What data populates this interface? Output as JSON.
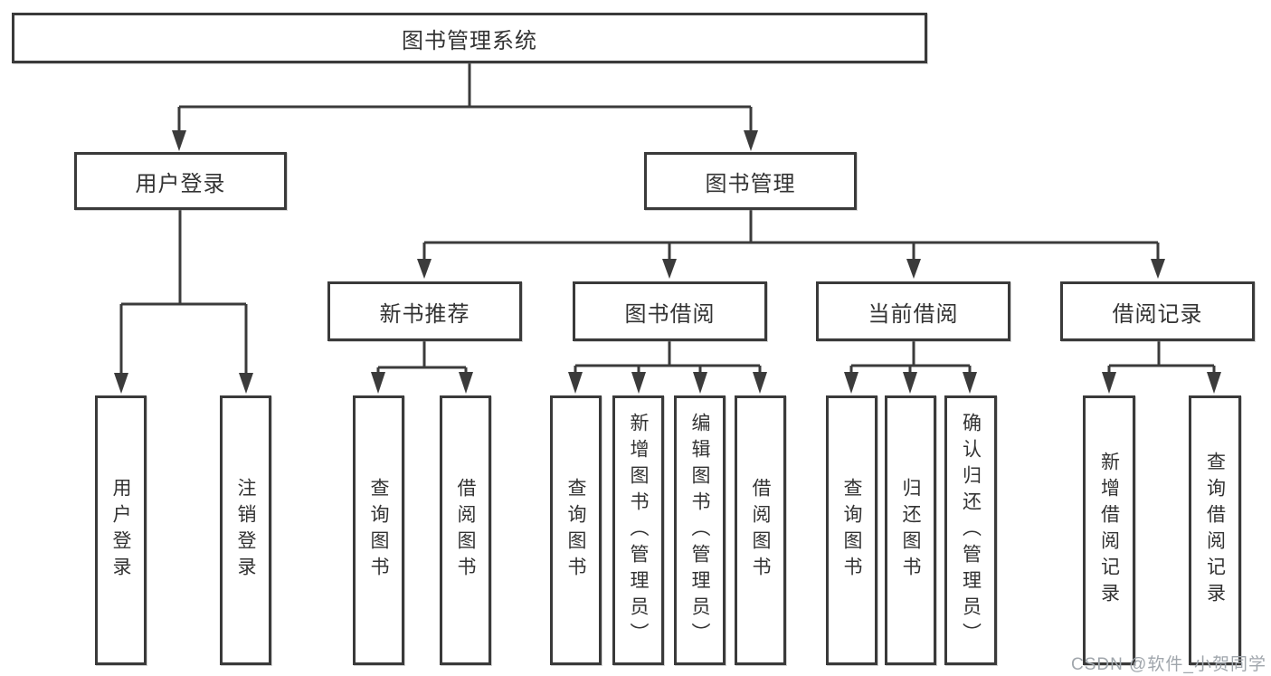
{
  "nodes": {
    "root": "图书管理系统",
    "level2": [
      "用户登录",
      "图书管理"
    ],
    "level3": [
      "新书推荐",
      "图书借阅",
      "当前借阅",
      "借阅记录"
    ],
    "leaves": [
      "用户登录",
      "注销登录",
      "查询图书",
      "借阅图书",
      "查询图书",
      "新增图书（管理员）",
      "编辑图书（管理员）",
      "借阅图书",
      "查询图书",
      "归还图书",
      "确认归还（管理员）",
      "新增借阅记录",
      "查询借阅记录"
    ]
  },
  "watermark": "CSDN @软件_小贺同学",
  "colors": {
    "line": "#3b3b3b",
    "box_border": "#3a3a3a",
    "text": "#333333",
    "background": "#ffffff",
    "watermark": "#a0a6ac"
  }
}
